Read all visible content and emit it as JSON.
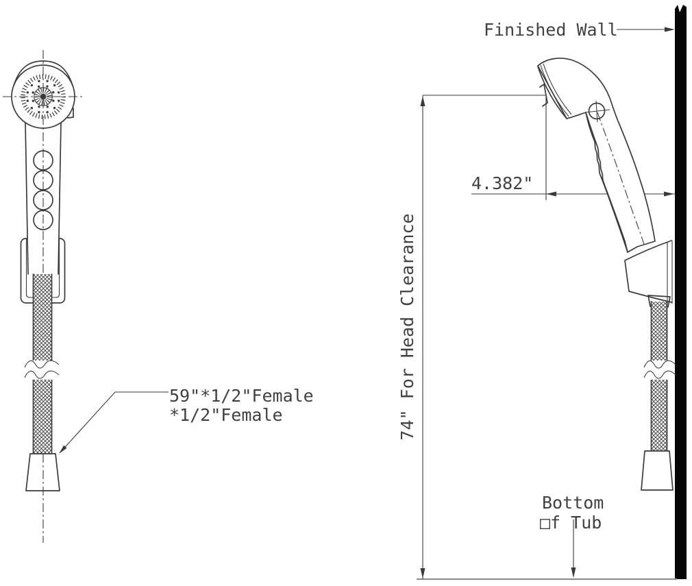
{
  "drawing": {
    "title": "Handheld shower head installation drawing",
    "labels": {
      "finished_wall": "Finished Wall",
      "head_clearance": "74\" For Head Clearance",
      "wall_offset_dim": "4.382\"",
      "hose_spec_line1": "59\"*1/2\"Female",
      "hose_spec_line2": "*1/2\"Female",
      "bottom_of_tub_line1": "Bottom",
      "bottom_of_tub_line2": "□f Tub"
    },
    "dimensions": {
      "head_clearance_value": "74\"",
      "wall_offset_value": "4.382\"",
      "hose_length_value": "59\""
    },
    "colors": {
      "background": "#ffffff",
      "line": "#3a3a3a",
      "text": "#414141",
      "wall_fill": "#060606",
      "tub_line": "#8f8f8f"
    }
  }
}
